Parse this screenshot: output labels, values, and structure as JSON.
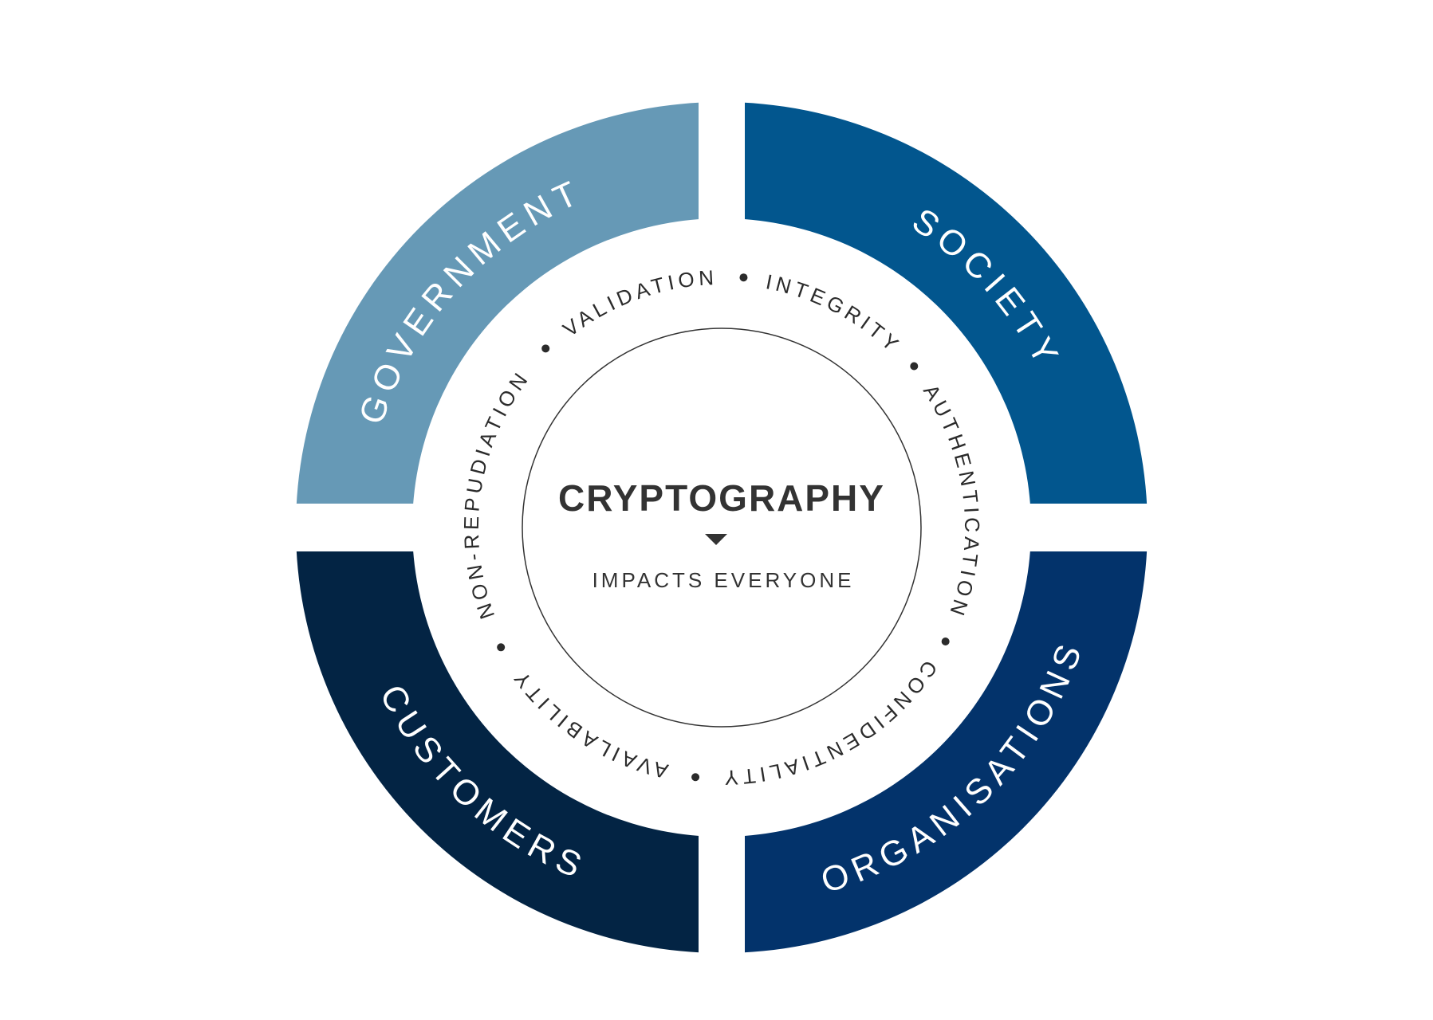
{
  "center": {
    "title": "CRYPTOGRAPHY",
    "subtitle": "IMPACTS EVERYONE",
    "arrow_icon": "triangle-down"
  },
  "segments": [
    {
      "label": "GOVERNMENT",
      "color": "#6699b6"
    },
    {
      "label": "SOCIETY",
      "color": "#02568e"
    },
    {
      "label": "ORGANISATIONS",
      "color": "#03336b"
    },
    {
      "label": "CUSTOMERS",
      "color": "#032444"
    }
  ],
  "properties": [
    "VALIDATION",
    "INTEGRITY",
    "AUTHENTICATION",
    "CONFIDENTIALITY",
    "AVAILABILITY",
    "NON-REPUDIATION"
  ]
}
